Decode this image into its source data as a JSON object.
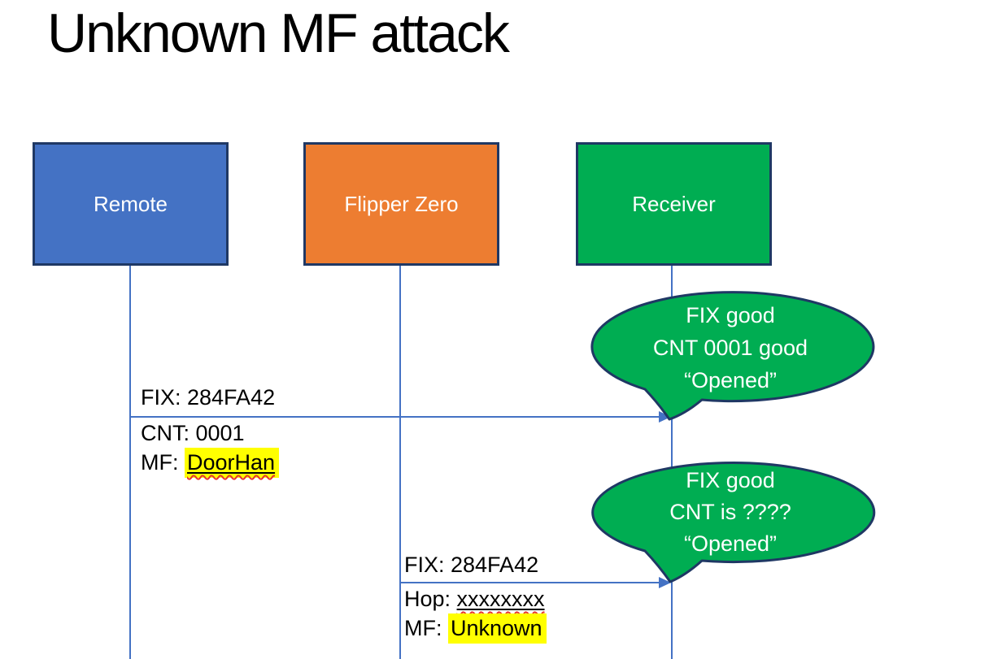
{
  "title": "Unknown MF attack",
  "actors": [
    {
      "label": "Remote"
    },
    {
      "label": "Flipper Zero"
    },
    {
      "label": "Receiver"
    }
  ],
  "message1": {
    "line1": "FIX: 284FA42",
    "line2": "CNT: 0001",
    "line3_prefix": "MF: ",
    "line3_value": "DoorHan"
  },
  "message2": {
    "line1": "FIX: 284FA42",
    "line2_prefix": "Hop: ",
    "line2_value": "xxxxxxxx",
    "line3_prefix": "MF: ",
    "line3_value": "Unknown"
  },
  "bubble1": {
    "line1": "FIX good",
    "line2": "CNT 0001 good",
    "line3": "“Opened”"
  },
  "bubble2": {
    "line1": "FIX good",
    "line2": "CNT is ????",
    "line3": "“Opened”"
  },
  "colors": {
    "remote-blue": "#4472C4",
    "flipper-orange": "#ED7D31",
    "receiver-green": "#00AD52",
    "shape-border-navy": "#1F3864",
    "line-blue": "#4472C4",
    "highlight-yellow": "#FFFF00",
    "spellcheck-red": "#E5352B",
    "text-black": "#000000",
    "text-white": "#FFFFFF"
  }
}
